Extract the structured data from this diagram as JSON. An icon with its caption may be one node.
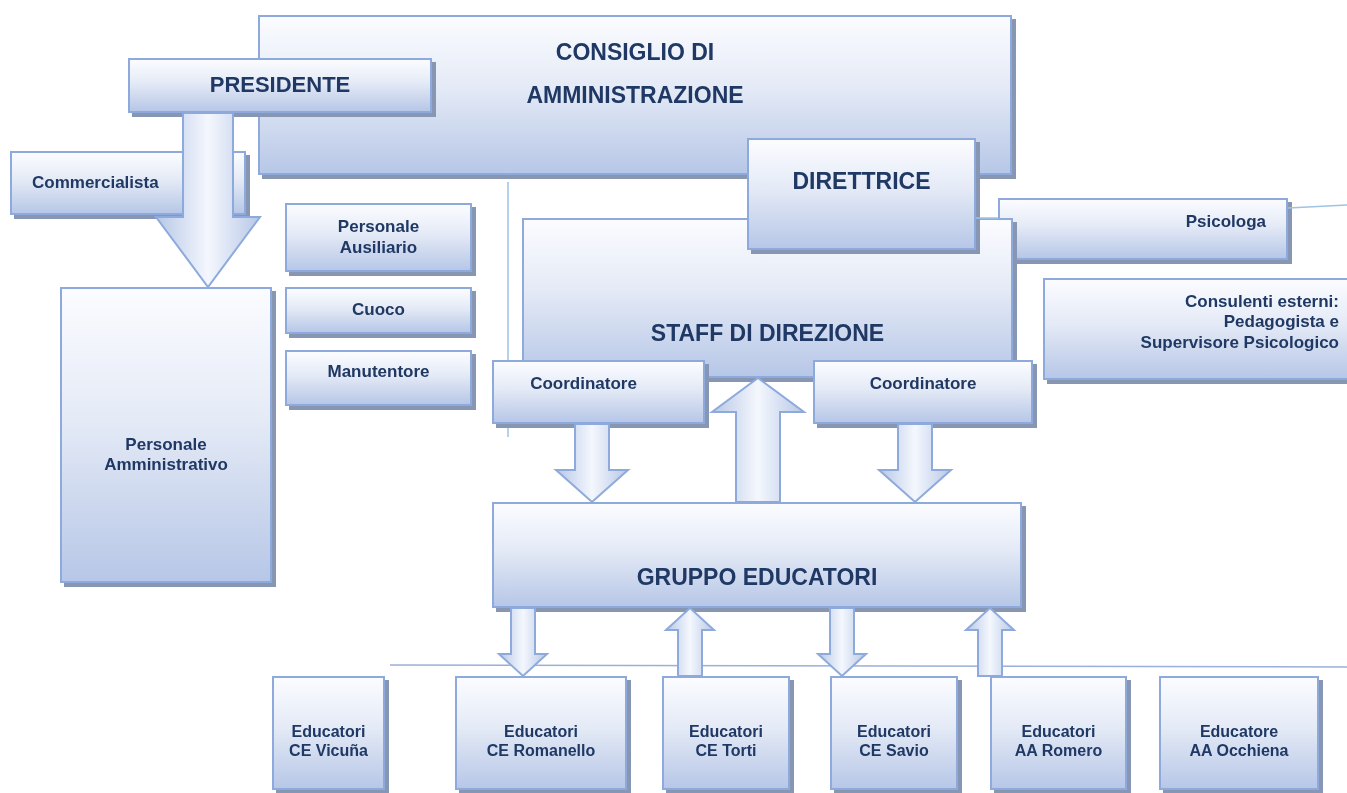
{
  "diagram": {
    "nodes": [
      {
        "text": [
          "CONSIGLIO DI AMMINISTRAZIONE"
        ]
      },
      {
        "text": [
          "PRESIDENTE"
        ]
      },
      {
        "text": [
          "Commercialista"
        ]
      },
      {
        "text": [
          "Personale Ausiliario"
        ]
      },
      {
        "text": [
          "Cuoco"
        ]
      },
      {
        "text": [
          "Manutentore"
        ]
      },
      {
        "text": [
          "Personale Amministrativo"
        ]
      },
      {
        "text": [
          "DIRETTRICE"
        ]
      },
      {
        "text": [
          "Psicologa"
        ]
      },
      {
        "text": [
          "STAFF DI DIREZIONE"
        ]
      },
      {
        "text": [
          "Consulenti esterni: Pedagogista e Supervisore Psicologico"
        ]
      },
      {
        "text": [
          "Coordinatore"
        ]
      },
      {
        "text": [
          "Coordinatore"
        ]
      },
      {
        "text": [
          "GRUPPO EDUCATORI"
        ]
      },
      {
        "text": [
          "Educatori CE Vicuña"
        ]
      },
      {
        "text": [
          "Educatori CE Romanello"
        ]
      },
      {
        "text": [
          "Educatori CE Torti"
        ]
      },
      {
        "text": [
          "Educatori CE Savio"
        ]
      },
      {
        "text": [
          "Educatori AA Romero"
        ]
      },
      {
        "text": [
          "Educatore AA Occhiena"
        ]
      }
    ],
    "edges": [
      {
        "from": 1,
        "to": 6,
        "arrow": "to",
        "style": "thick"
      },
      {
        "from": 11,
        "to": 13,
        "arrow": "to",
        "style": "thick"
      },
      {
        "from": 13,
        "to": 9,
        "arrow": "to",
        "style": "thick"
      },
      {
        "from": 12,
        "to": 13,
        "arrow": "to",
        "style": "thick"
      },
      {
        "from": 13,
        "to": 15,
        "arrow": "to",
        "style": "thick"
      },
      {
        "from": 16,
        "to": 13,
        "arrow": "to",
        "style": "thick"
      },
      {
        "from": 13,
        "to": 17,
        "arrow": "to",
        "style": "thick"
      },
      {
        "from": 18,
        "to": 13,
        "arrow": "to",
        "style": "thick"
      },
      {
        "from": 7,
        "to": 8,
        "arrow": "none"
      },
      {
        "from": 8,
        "to": null,
        "arrow": "none"
      }
    ]
  }
}
